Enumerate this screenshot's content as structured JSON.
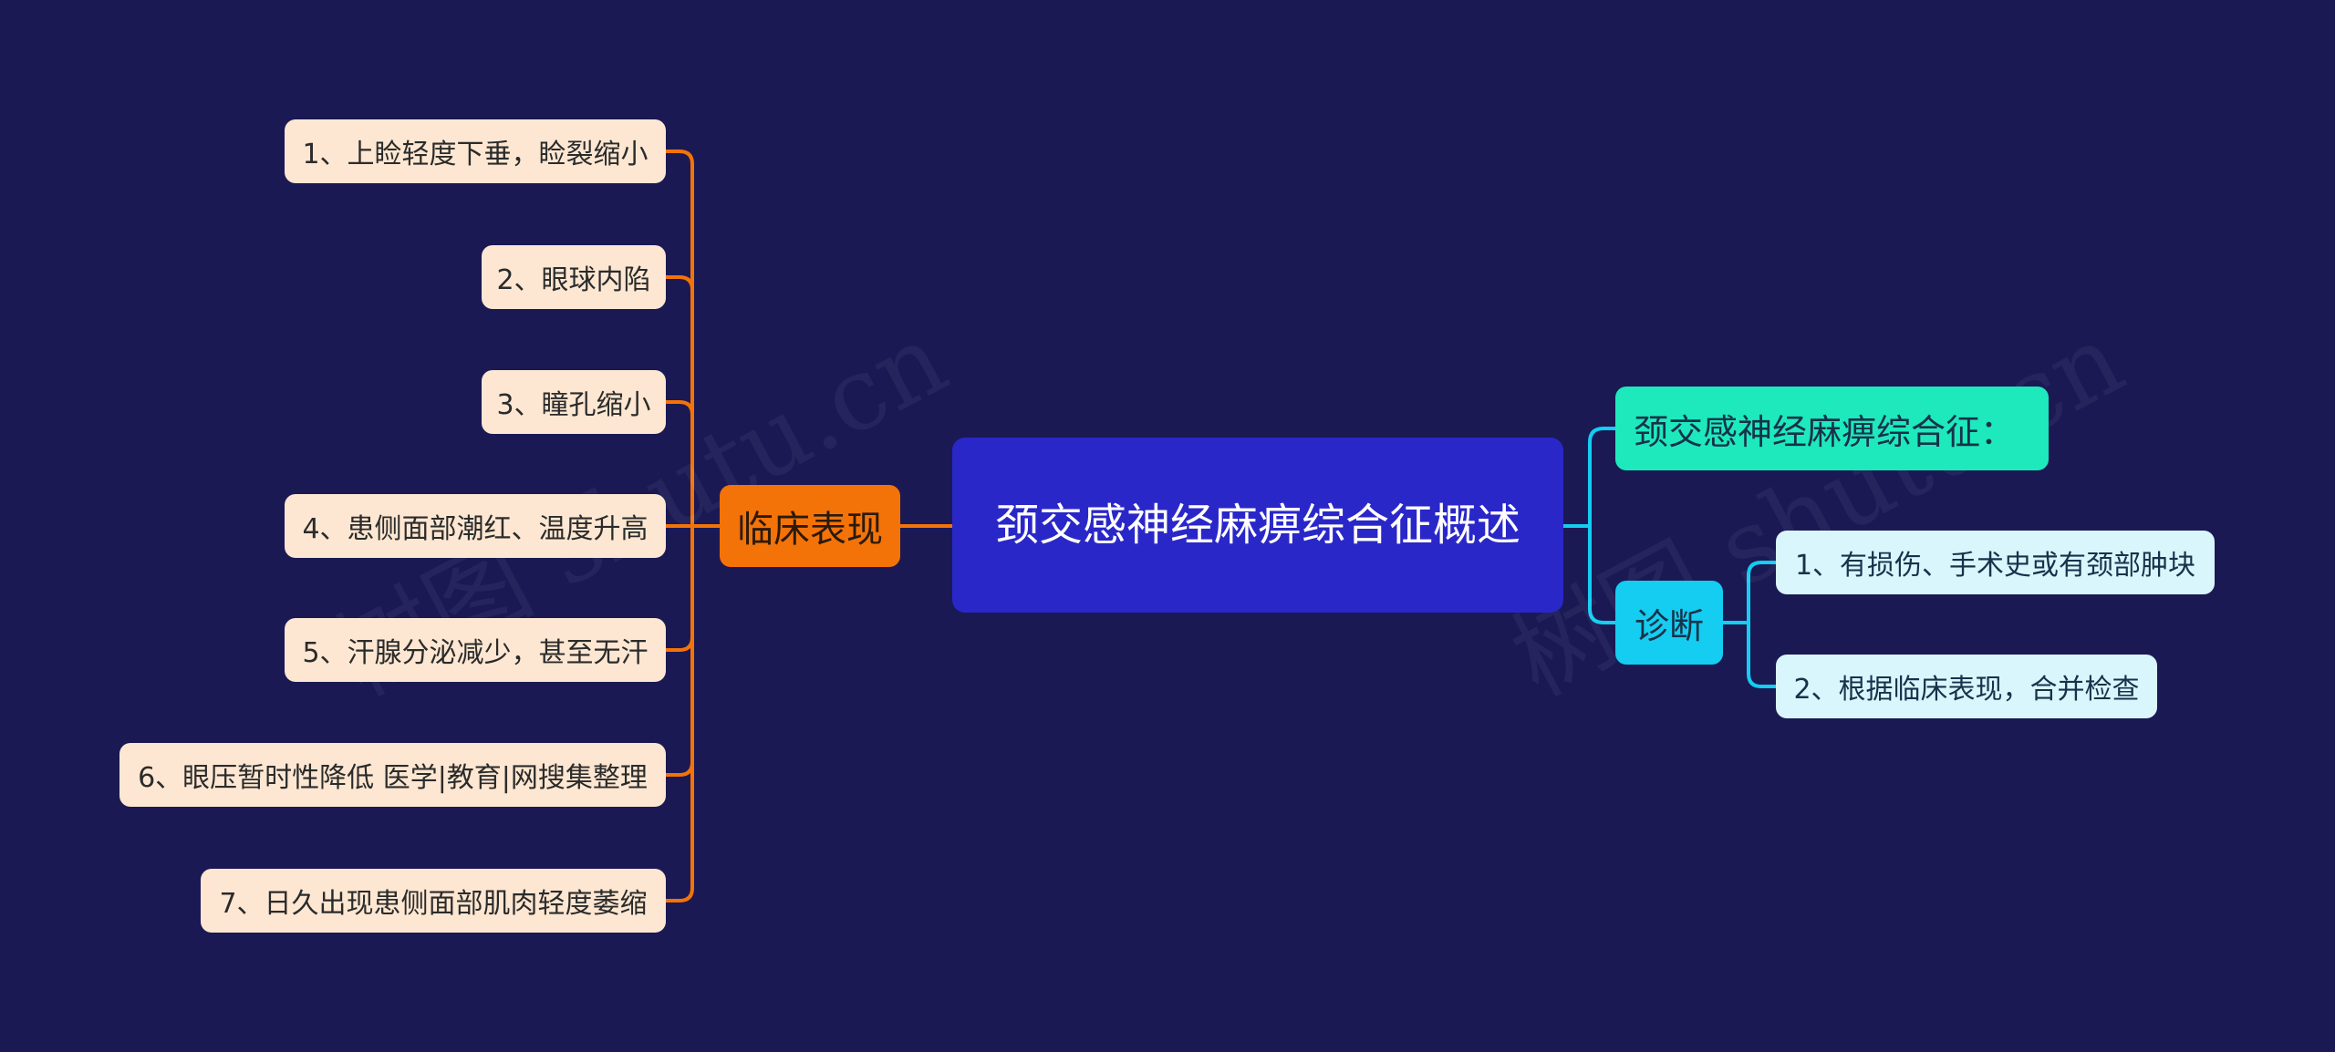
{
  "center": {
    "title": "颈交感神经麻痹综合征概述"
  },
  "left_branch": {
    "label": "临床表现",
    "items": [
      "1、上睑轻度下垂，睑裂缩小",
      "2、眼球内陷",
      "3、瞳孔缩小",
      "4、患侧面部潮红、温度升高",
      "5、汗腺分泌减少，甚至无汗",
      "6、眼压暂时性降低 医学|教育|网搜集整理",
      "7、日久出现患侧面部肌肉轻度萎缩"
    ]
  },
  "right_branches": {
    "summary": "颈交感神经麻痹综合征：",
    "diagnosis": {
      "label": "诊断",
      "items": [
        "1、有损伤、手术史或有颈部肿块",
        "2、根据临床表现，合并检查"
      ]
    }
  },
  "watermark": {
    "left": "树图 shutu.cn",
    "right": "树图 shutu.cn"
  },
  "colors": {
    "background": "#1a1954",
    "center": "#2a27c9",
    "left_branch": "#f47308",
    "left_leaf": "#fde7d2",
    "right_summary": "#1ee9bc",
    "right_diagnosis": "#14cdf0",
    "right_leaf": "#d9f6fd"
  }
}
